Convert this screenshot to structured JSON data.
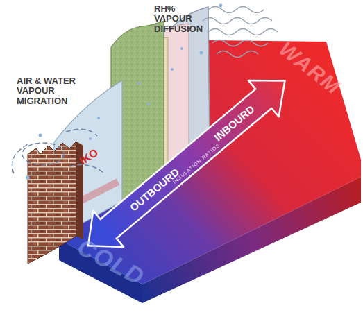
{
  "diagram": {
    "labels": [
      "RH% VAPOUR DIFFUSION",
      "AIR & WATER VAPOUR MIGRATION",
      "WARM",
      "COLD",
      "OUTBOURD",
      "INSULATION RATIOS",
      "INBOURD",
      "IKO"
    ]
  }
}
